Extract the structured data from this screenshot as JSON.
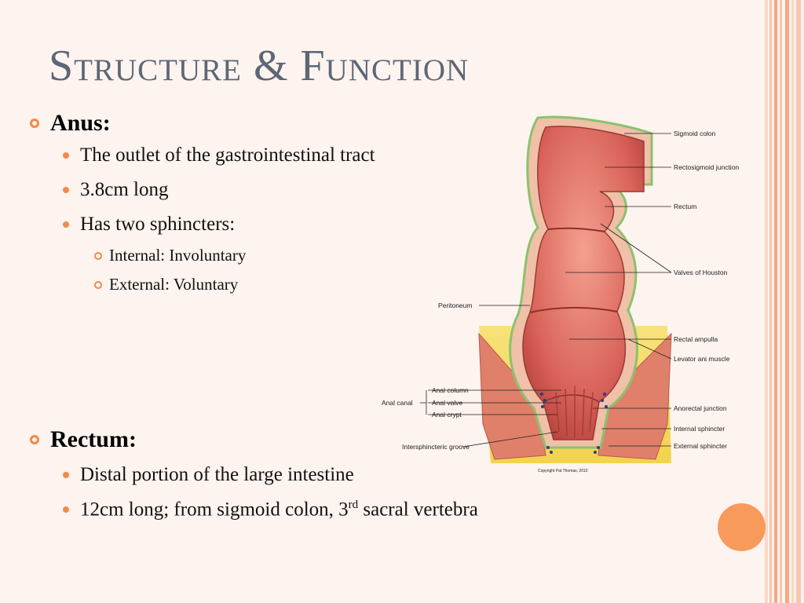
{
  "slide": {
    "title": "Structure & Function",
    "sections": [
      {
        "heading": "Anus:",
        "bullets": [
          "The outlet of the gastrointestinal tract",
          "3.8cm long",
          "Has two sphincters:"
        ],
        "sub_bullets": [
          "Internal: Involuntary",
          "External: Voluntary"
        ]
      },
      {
        "heading": "Rectum:",
        "bullets": [
          "Distal portion of the large intestine"
        ],
        "last_bullet": {
          "before": "12cm long; from sigmoid colon, 3",
          "sup": "rd",
          "after": " sacral vertebra"
        }
      }
    ]
  },
  "figure": {
    "labels": {
      "sigmoid_colon": "Sigmoid colon",
      "rectosigmoid_junction": "Rectosigmoid junction",
      "rectum": "Rectum",
      "valves_of_houston": "Valves of Houston",
      "peritoneum": "Peritoneum",
      "rectal_ampulla": "Rectal ampulla",
      "levator_ani": "Levator ani muscle",
      "anal_column": "Anal column",
      "anal_canal": "Anal canal",
      "anal_valve": "Anal valve",
      "anal_crypt": "Anal crypt",
      "anorectal_junction": "Anorectal junction",
      "internal_sphincter": "Internal sphincter",
      "intersphincteric_groove": "Intersphincteric groove",
      "external_sphincter": "External sphincter",
      "copyright": "Copyright Pat Thomas, 2010"
    }
  },
  "colors": {
    "accent": "#f28a46",
    "title": "#5c6676",
    "border_stripes": [
      "#f8c6ad",
      "#f6a882",
      "#fbd7c6"
    ]
  }
}
